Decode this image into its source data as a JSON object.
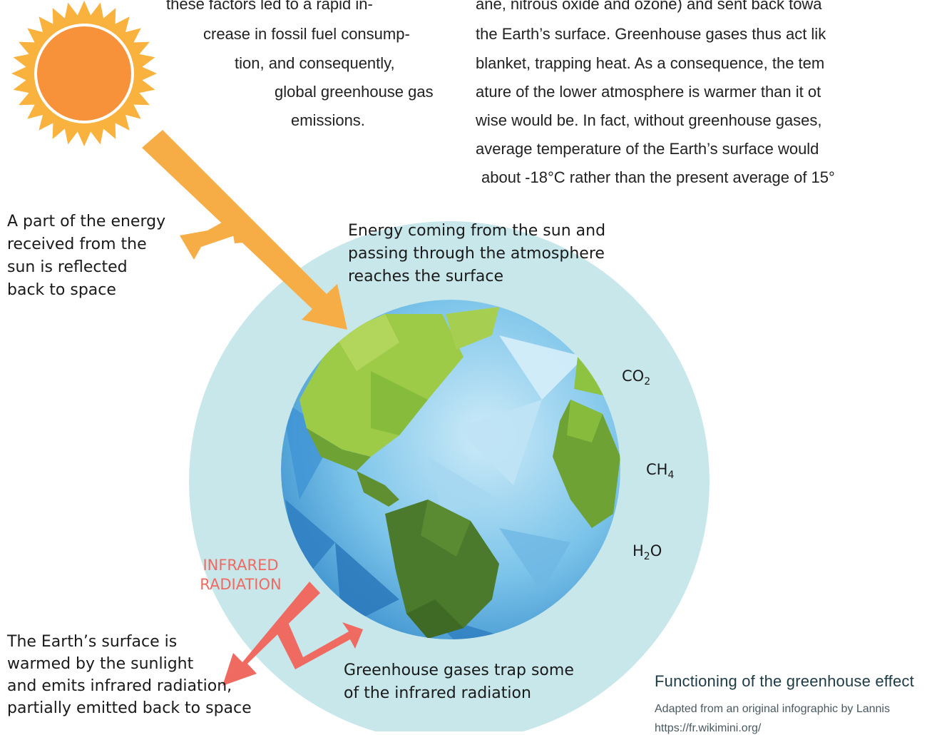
{
  "intro_text": {
    "left_lines": [
      "these factors led to a rapid in-",
      "crease in fossil fuel consump-",
      "tion,   and   consequently,",
      "global  greenhouse  gas",
      "emissions."
    ],
    "right_lines": [
      "ane, nitrous oxide and ozone) and sent back towa",
      "the Earth’s surface. Greenhouse gases thus act lik",
      "blanket, trapping heat. As a consequence, the tem",
      "ature of the lower atmosphere is warmer than it ot",
      "wise would be. In fact, without greenhouse gases,",
      "average temperature of the Earth’s surface would",
      "about -18°C rather than the present average of 15°"
    ]
  },
  "labels": {
    "reflected": [
      "A part of the energy",
      "received from the",
      "sun is reflected",
      "back to space"
    ],
    "incoming": [
      "Energy coming from the sun and",
      "passing through the atmosphere",
      "reaches the surface"
    ],
    "emitted": [
      "The Earth’s surface is",
      "warmed by the sunlight",
      "and emits infrared radiation,",
      "partially emitted back to space"
    ],
    "trapped": [
      "Greenhouse gases trap some",
      "of the infrared radiation"
    ],
    "infrared": [
      "INFRARED",
      "RADIATION"
    ]
  },
  "gases": [
    {
      "base": "CO",
      "sub": "2"
    },
    {
      "base": "CH",
      "sub": "4"
    },
    {
      "base": "H",
      "sub": "2",
      "tail": "O"
    }
  ],
  "caption": {
    "title": "Functioning of the greenhouse effect",
    "credit": "Adapted from an original infographic by Lannis",
    "url": "https://fr.wikimini.org/"
  },
  "colors": {
    "sun": "#f7923a",
    "sun_rays": "#f8b23d",
    "solar_arrow": "#f6ad45",
    "infrared_arrow": "#ef6a61",
    "atmosphere": "#c7e7ea",
    "ocean": "#4fa8de",
    "land_light": "#9dcb48",
    "land_dark": "#4c7a2d"
  }
}
